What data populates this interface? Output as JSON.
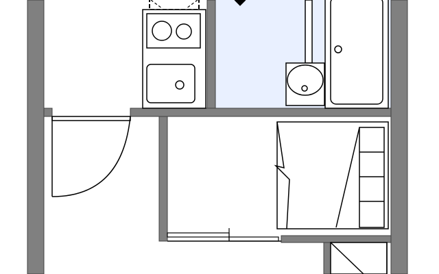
{
  "floor_plan": {
    "colors": {
      "background": "#ffffff",
      "wall_fill": "#808080",
      "wall_edge": "#404040",
      "line": "#000000",
      "wet_area": "#e9f0ff",
      "fixture_fill": "#ffffff"
    },
    "rooms": [
      {
        "id": "kitchen",
        "kind": "kitchen"
      },
      {
        "id": "bathroom",
        "kind": "unit-bath"
      },
      {
        "id": "entrance",
        "kind": "hallway"
      },
      {
        "id": "closet",
        "kind": "closet-with-folding-doors"
      },
      {
        "id": "storage",
        "kind": "storage"
      }
    ],
    "fixtures": [
      {
        "id": "stove",
        "kind": "two-burner-stove"
      },
      {
        "id": "sink",
        "kind": "kitchen-sink"
      },
      {
        "id": "washbasin",
        "kind": "washbasin"
      },
      {
        "id": "bathtub",
        "kind": "bathtub"
      },
      {
        "id": "fridge-space",
        "kind": "refrigerator-space"
      },
      {
        "id": "entry-door",
        "kind": "swing-door"
      },
      {
        "id": "sliding-door",
        "kind": "sliding-door"
      }
    ]
  }
}
